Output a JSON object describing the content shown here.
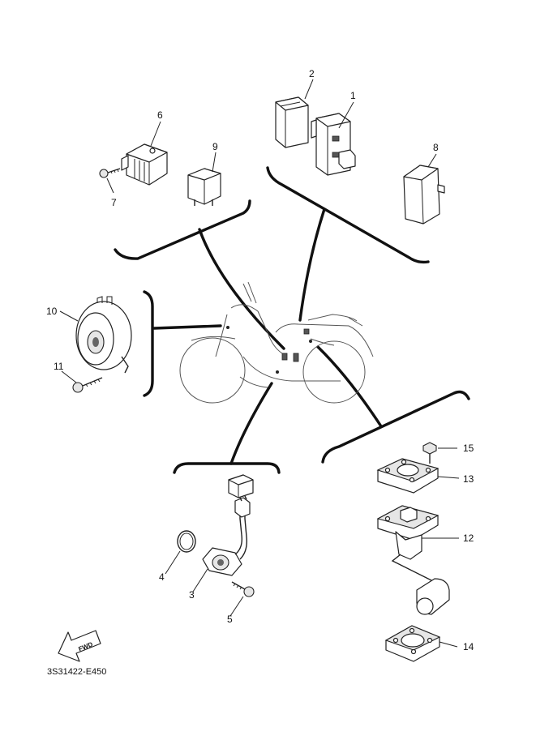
{
  "diagram_code": "3S31422-E450",
  "fwd_label": "FWD",
  "callouts": [
    "1",
    "2",
    "3",
    "4",
    "5",
    "6",
    "7",
    "8",
    "9",
    "10",
    "11",
    "12",
    "13",
    "14",
    "15"
  ]
}
